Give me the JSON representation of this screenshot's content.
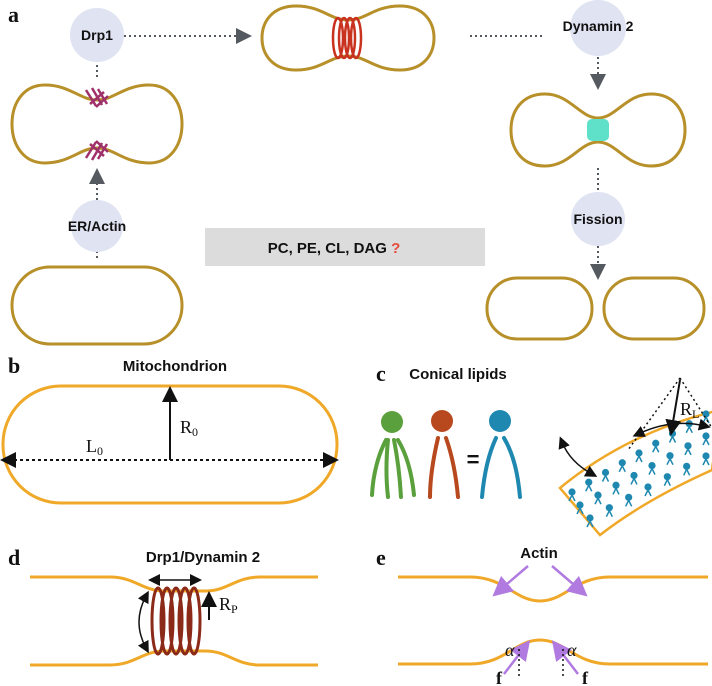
{
  "panels": {
    "a": "a",
    "b": "b",
    "c": "c",
    "d": "d",
    "e": "e"
  },
  "panel_a": {
    "drp1": "Drp1",
    "er_actin": "ER/Actin",
    "dynamin2": "Dynamin 2",
    "fission": "Fission",
    "lipids_box": "PC, PE, CL, DAG",
    "question_mark": "?",
    "question_color": "#e8483a"
  },
  "panel_b": {
    "title": "Mitochondrion",
    "L0_main": "L",
    "L0_sub": "0",
    "R0_main": "R",
    "R0_sub": "0"
  },
  "panel_c": {
    "title": "Conical lipids",
    "equals": "=",
    "RL_main": "R",
    "RL_sub": "L"
  },
  "panel_d": {
    "title": "Drp1/Dynamin 2",
    "RP_main": "R",
    "RP_sub": "P"
  },
  "panel_e": {
    "title": "Actin",
    "alpha_left": "α",
    "alpha_right": "α",
    "f_left": "f",
    "f_right": "f"
  },
  "colors": {
    "membrane_a": "#b8902a",
    "membrane_bde": "#f0a828",
    "bubble": "#dfe3f2",
    "drp1_ring": "#c8321e",
    "ring_brown": "#8c2a1a",
    "purple_mark": "#a0306a",
    "teal": "#5fe0c8",
    "lipid_green": "#5aa03c",
    "lipid_orange": "#b8481e",
    "lipid_blue": "#1e88b0",
    "actin_arrow": "#b07ae0",
    "box_gray": "#dcdcdc",
    "arrow_gray": "#555a60"
  }
}
